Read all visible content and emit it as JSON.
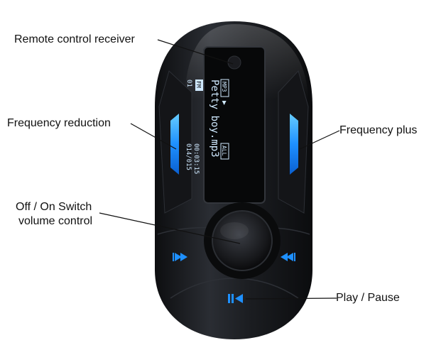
{
  "labels": {
    "remote_receiver": "Remote control receiver",
    "freq_reduction": "Frequency reduction",
    "freq_plus": "Frequency plus",
    "switch_line1": "Off / On Switch",
    "switch_line2": "volume control",
    "play_pause": "Play / Pause"
  },
  "display": {
    "format_badge": "MP3",
    "track_name": "Petty boy.mp3",
    "mode_badge": "ALL",
    "fm_badge": "FM",
    "fm_channel": "01",
    "elapsed": "00:03:15",
    "track_count": "014/015"
  },
  "icons": {
    "prev": "previous-track-icon",
    "next": "next-track-icon",
    "play": "play-pause-icon"
  },
  "colors": {
    "accent_blue": "#1e90ff",
    "body": "#1a1c20",
    "label_text": "#111111"
  }
}
